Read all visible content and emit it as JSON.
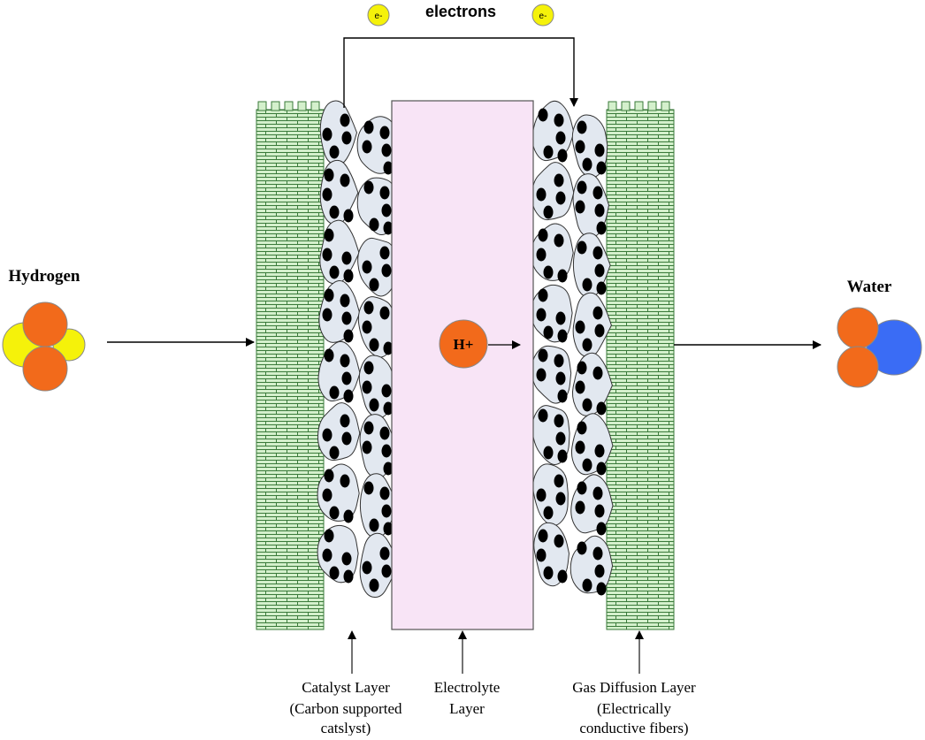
{
  "labels": {
    "electrons": "electrons",
    "electron_symbol": "e-",
    "hydrogen": "Hydrogen",
    "water": "Water",
    "proton": "H+",
    "catalyst_line1": "Catalyst Layer",
    "catalyst_line2": "(Carbon supported",
    "catalyst_line3": "catslyst)",
    "electrolyte_line1": "Electrolyte",
    "electrolyte_line2": "Layer",
    "gdl_line1": "Gas Diffusion Layer",
    "gdl_line2": "(Electrically",
    "gdl_line3": "conductive fibers)"
  },
  "colors": {
    "gdl_fill": "#d4f0cc",
    "gdl_stroke": "#3a7a3a",
    "electrolyte_fill": "#f8e4f6",
    "catalyst_fill": "#e2e8f0",
    "particle": "#000000",
    "oxygen_orange": "#f26a1b",
    "hydrogen_yellow": "#f5f20a",
    "water_blue": "#3a6cf5",
    "electron_yellow": "#f5f20a"
  }
}
